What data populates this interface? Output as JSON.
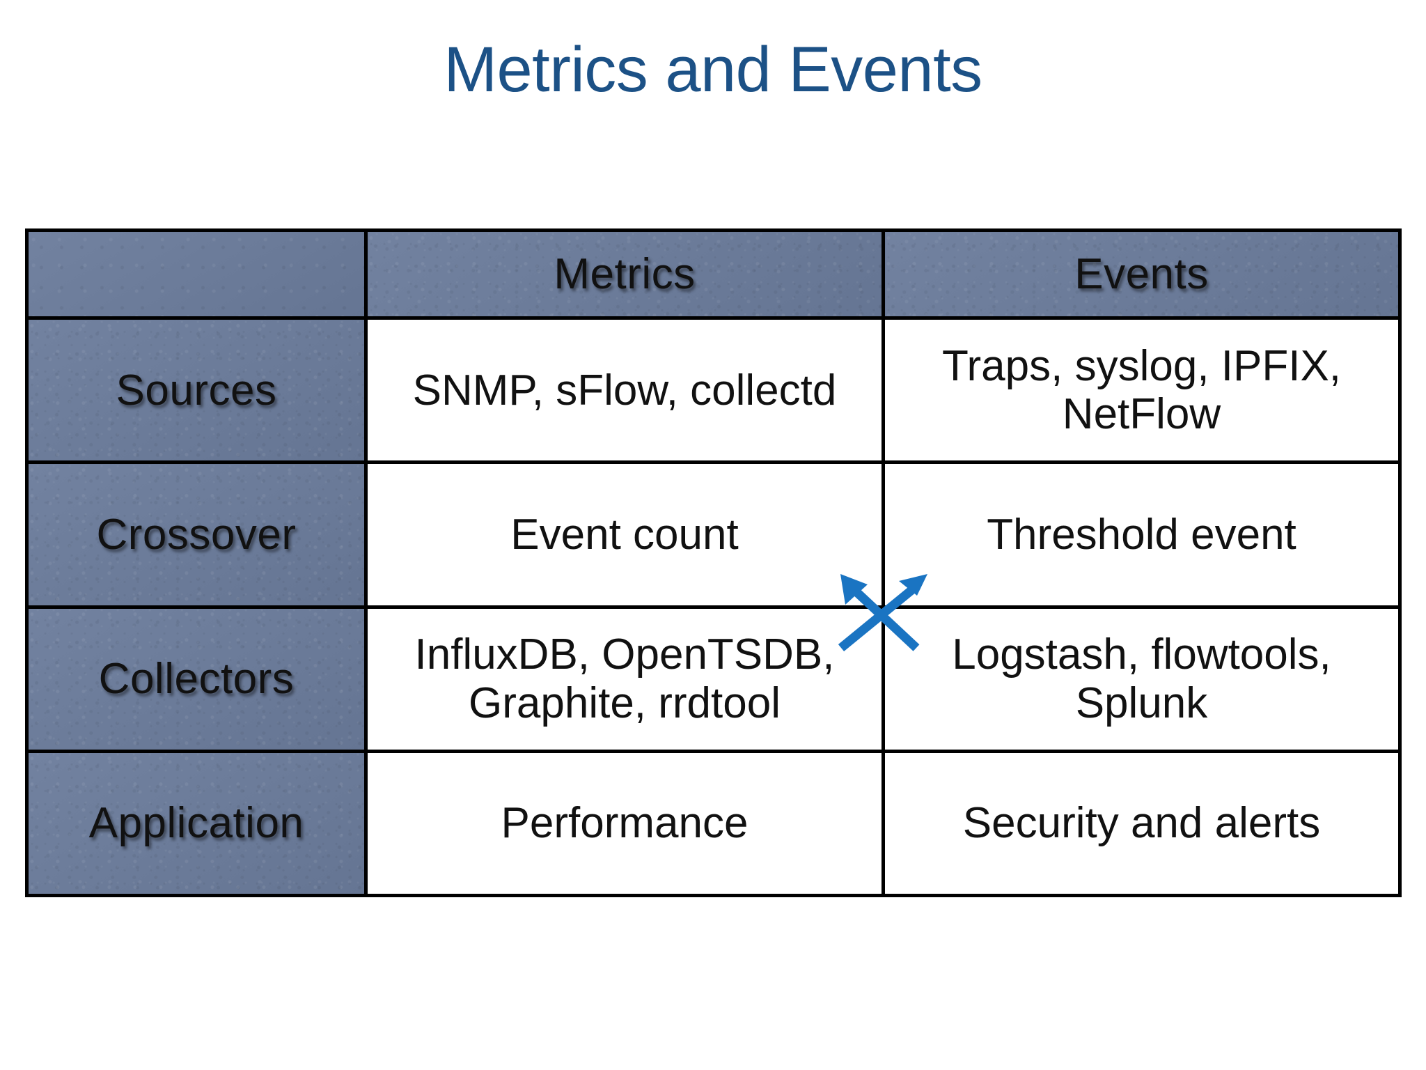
{
  "slide": {
    "title": "Metrics and Events",
    "title_color": "#1c5186",
    "background_color": "#ffffff"
  },
  "table": {
    "header_cell_color": "#6a7b9b",
    "header_text_color": "#ffffff",
    "border_color": "#000000",
    "corner_label": "",
    "columns": [
      "",
      "Metrics",
      "Events"
    ],
    "rows": [
      {
        "label": "Sources",
        "metrics": "SNMP, sFlow, collectd",
        "events": "Traps, syslog, IPFIX, NetFlow"
      },
      {
        "label": "Crossover",
        "metrics": "Event count",
        "events": "Threshold event"
      },
      {
        "label": "Collectors",
        "metrics": "InfluxDB, OpenTSDB, Graphite, rrdtool",
        "events": "Logstash, flowtools, Splunk"
      },
      {
        "label": "Application",
        "metrics": "Performance",
        "events": "Security and alerts"
      }
    ]
  },
  "overlay": {
    "crossed_arrows": {
      "icon": "crossed-arrows-icon",
      "color": "#1a74c2",
      "description": "Two blue arrows crossing in an X, one pointing up-left into the Metrics column, one pointing up-right into the Events column"
    }
  }
}
